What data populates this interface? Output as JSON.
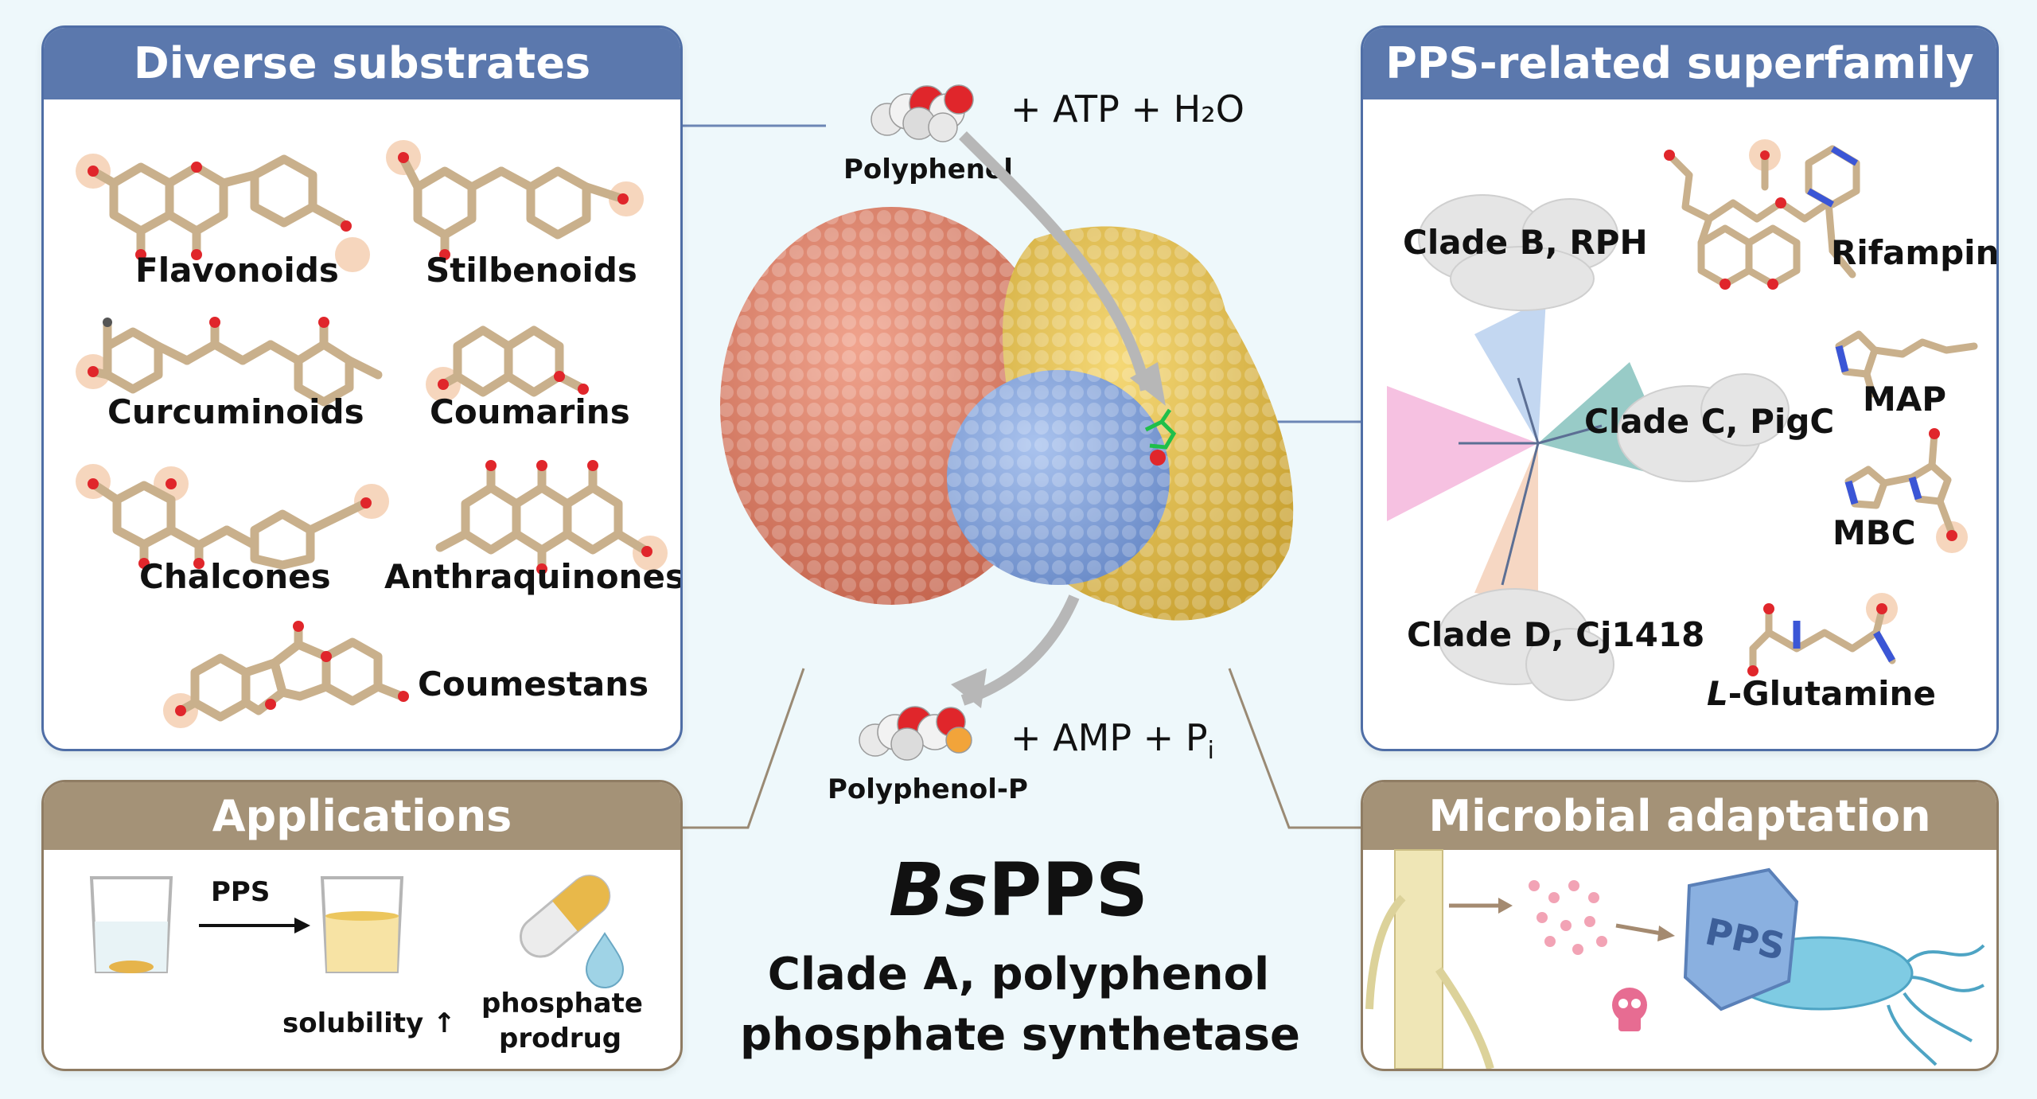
{
  "panels": {
    "diverse": {
      "title": "Diverse substrates",
      "items": [
        "Flavonoids",
        "Stilbenoids",
        "Curcuminoids",
        "Coumarins",
        "Chalcones",
        "Anthraquinones",
        "Coumestans"
      ]
    },
    "superfamily": {
      "title": "PPS-related superfamily",
      "clades": [
        "Clade B, RPH",
        "Clade C, PigC",
        "Clade D, Cj1418"
      ],
      "substrates": [
        "Rifampin",
        "MAP",
        "MBC"
      ],
      "glutamine_prefix": "L",
      "glutamine_suffix": "-Glutamine"
    },
    "applications": {
      "title": "Applications",
      "arrow_label": "PPS",
      "solubility": "solubility ↑",
      "prodrug_line1": "phosphate",
      "prodrug_line2": "prodrug"
    },
    "microbial": {
      "title": "Microbial adaptation",
      "shield_text": "PPS"
    }
  },
  "reaction": {
    "substrate_label": "Polyphenol",
    "reagents": "+ ATP + H₂O",
    "product_label": "Polyphenol-P",
    "products_main": "+ AMP + P",
    "products_sub": "i"
  },
  "enzyme": {
    "name_italic": "Bs",
    "name_rest": "PPS",
    "desc_line1": "Clade A, polyphenol",
    "desc_line2": "phosphate synthetase"
  },
  "colors": {
    "blue_header": "#5b78ad",
    "tan_header": "#a49277",
    "salmon_domain": "#d9836c",
    "yellow_domain": "#e6c35a",
    "blue_domain": "#7f9fd8",
    "pink_sector": "#f4b6dc",
    "blue_sector": "#bcd3ef",
    "teal_sector": "#86c2bd",
    "peach_sector": "#f5d3bd"
  }
}
